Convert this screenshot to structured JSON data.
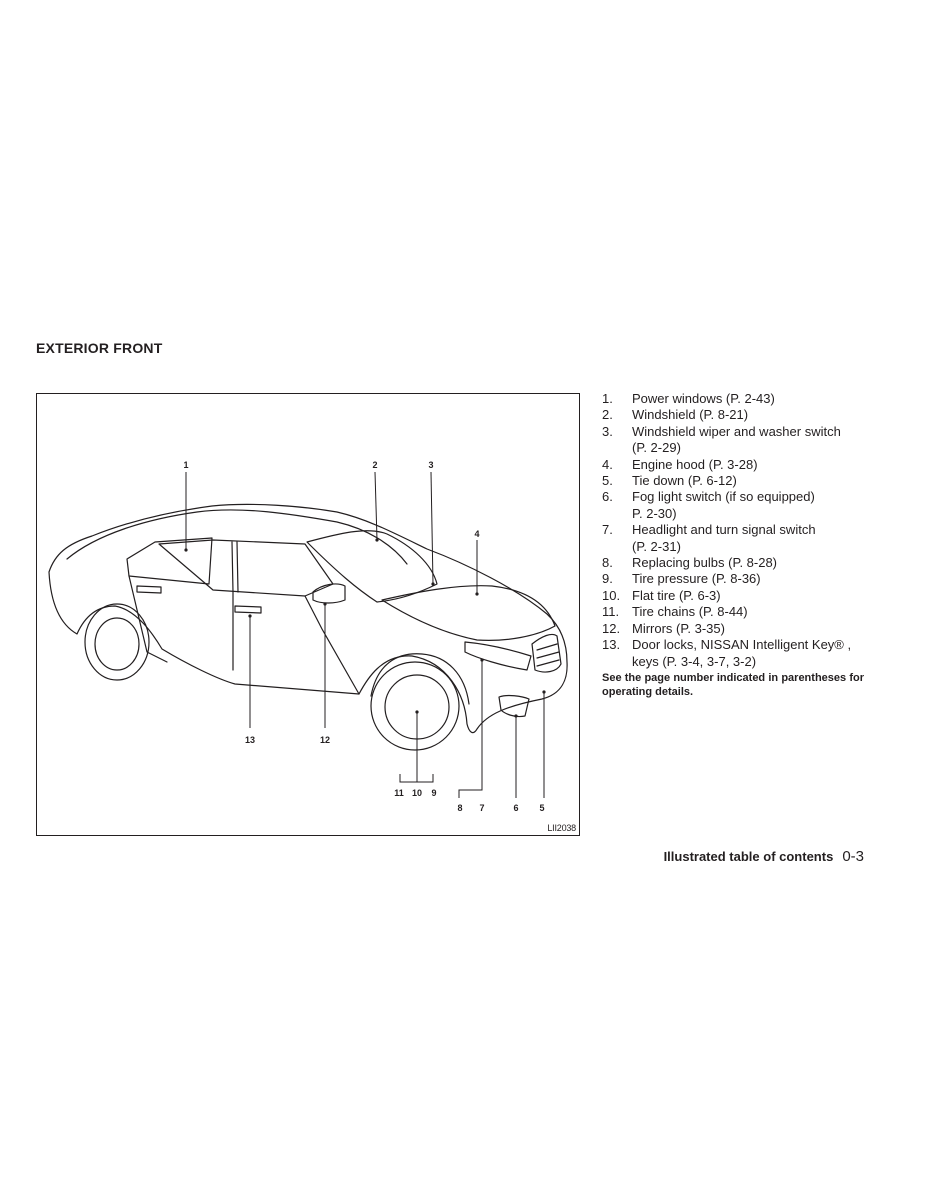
{
  "section_title": "EXTERIOR FRONT",
  "figure": {
    "code": "LII2038",
    "callouts": [
      "1",
      "2",
      "3",
      "4",
      "5",
      "6",
      "7",
      "8",
      "9",
      "10",
      "11",
      "12",
      "13"
    ]
  },
  "legend": [
    {
      "num": "1.",
      "text": "Power windows (P. 2-43)"
    },
    {
      "num": "2.",
      "text": "Windshield (P. 8-21)"
    },
    {
      "num": "3.",
      "text": "Windshield wiper and washer switch",
      "cont": "(P. 2-29)"
    },
    {
      "num": "4.",
      "text": "Engine hood (P. 3-28)"
    },
    {
      "num": "5.",
      "text": "Tie down (P. 6-12)"
    },
    {
      "num": "6.",
      "text": "Fog light switch (if so equipped)",
      "cont": "P. 2-30)"
    },
    {
      "num": "7.",
      "text": "Headlight and turn signal switch",
      "cont": "(P. 2-31)"
    },
    {
      "num": "8.",
      "text": "Replacing bulbs (P. 8-28)"
    },
    {
      "num": "9.",
      "text": "Tire pressure (P. 8-36)"
    },
    {
      "num": "10.",
      "text": "Flat tire (P. 6-3)"
    },
    {
      "num": "11.",
      "text": "Tire chains (P. 8-44)"
    },
    {
      "num": "12.",
      "text": "Mirrors (P. 3-35)"
    },
    {
      "num": "13.",
      "text": "Door locks, NISSAN Intelligent Key® ,",
      "cont": "keys (P. 3-4, 3-7, 3-2)"
    }
  ],
  "note": "See the page number indicated in parentheses for operating details.",
  "footer": {
    "title": "Illustrated table of contents",
    "page": "0-3"
  }
}
